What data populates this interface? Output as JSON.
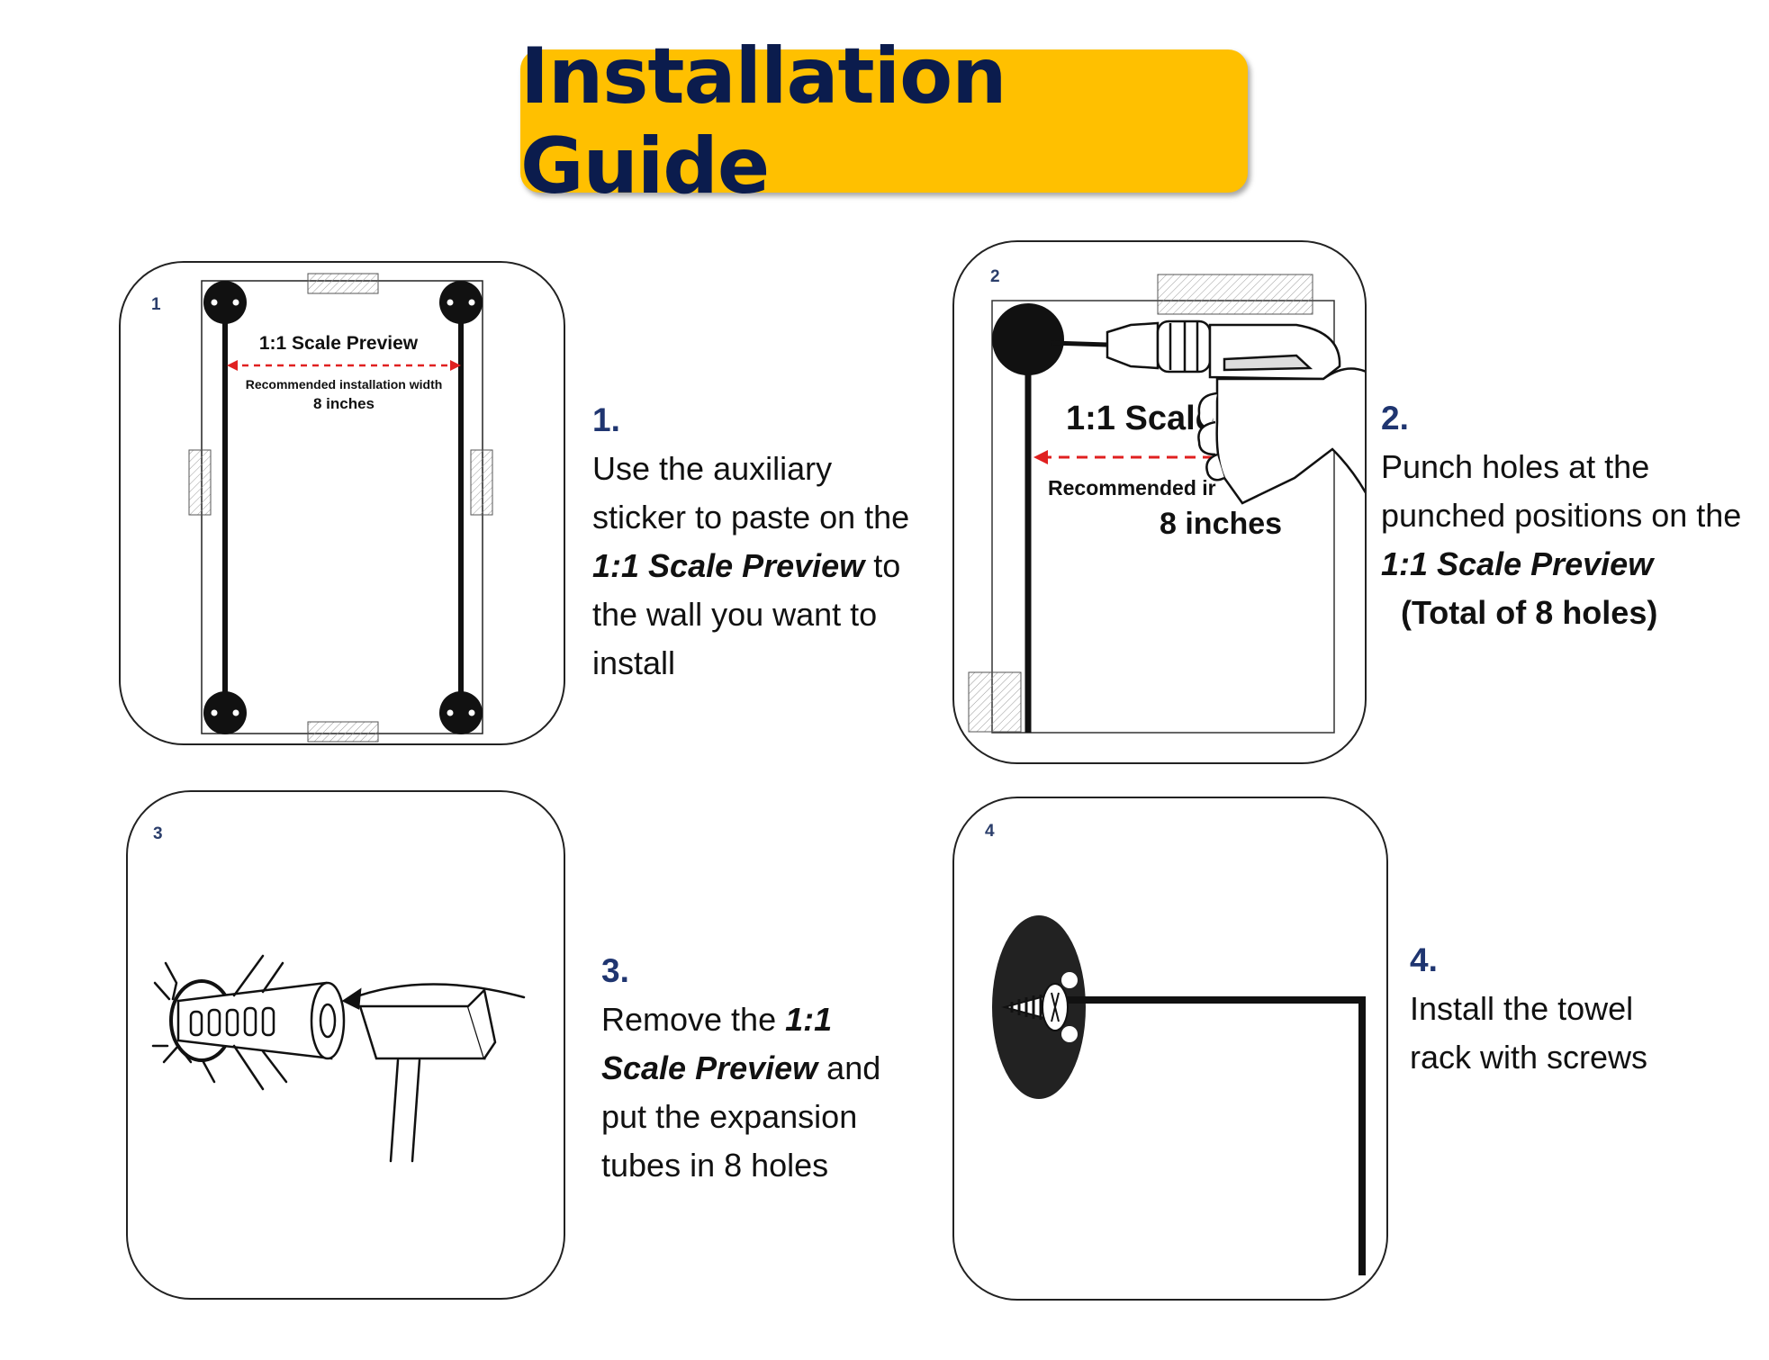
{
  "title": "Installation Guide",
  "colors": {
    "title_bg": "#FFC000",
    "title_text": "#0B1C4D",
    "step_number": "#1F3570",
    "arrow": "#E02020"
  },
  "panels": [
    {
      "number": "1",
      "preview_label": "1:1 Scale Preview",
      "width_label": "Recommended installation width",
      "width_value": "8 inches"
    },
    {
      "number": "2",
      "preview_label": "1:1 Scale",
      "width_label": "Recommended ir",
      "width_value": "8 inches",
      "icon": "drill-icon"
    },
    {
      "number": "3",
      "icon": "hammer-expansion-tube-icon"
    },
    {
      "number": "4",
      "icon": "screw-towel-rack-icon"
    }
  ],
  "steps": [
    {
      "number": "1.",
      "text_a": "Use the auxiliary sticker to paste on the ",
      "bold": "1:1 Scale Preview",
      "text_b": " to the wall you want to install"
    },
    {
      "number": "2.",
      "text_a": "Punch holes at the punched positions on the ",
      "bold": "1:1 Scale Preview",
      "note": "(Total of 8 holes)"
    },
    {
      "number": "3.",
      "text_a": "Remove the ",
      "bold": "1:1 Scale Preview",
      "text_b": " and put the expansion tubes in 8 holes"
    },
    {
      "number": "4.",
      "text_a": "Install the towel rack with screws"
    }
  ]
}
